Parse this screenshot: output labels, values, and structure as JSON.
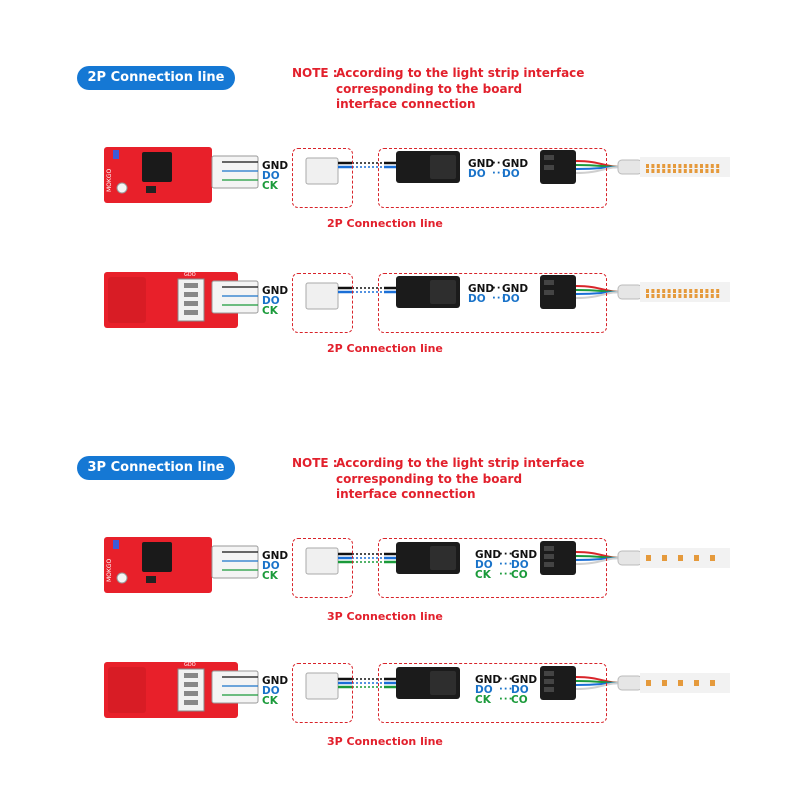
{
  "sections": [
    {
      "badge": "2P Connection line",
      "note_label": "NOTE :",
      "note_text": "According to the light strip interface corresponding to the board interface connection",
      "rows": [
        {
          "board": "controller",
          "box_caption": "2P Connection line",
          "board_signals": [
            "GND",
            "DO",
            "CK"
          ],
          "strip_left": [
            "GND",
            "DO"
          ],
          "strip_right": [
            "GND",
            "DO"
          ]
        },
        {
          "board": "adapter",
          "box_caption": "2P Connection line",
          "board_signals": [
            "GND",
            "DO",
            "CK"
          ],
          "strip_left": [
            "GND",
            "DO"
          ],
          "strip_right": [
            "GND",
            "DO"
          ]
        }
      ]
    },
    {
      "badge": "3P Connection line",
      "note_label": "NOTE :",
      "note_text": "According to the light strip interface corresponding to the board interface connection",
      "rows": [
        {
          "board": "controller",
          "box_caption": "3P Connection line",
          "board_signals": [
            "GND",
            "DO",
            "CK"
          ],
          "strip_left": [
            "GND",
            "DO",
            "CK"
          ],
          "strip_right": [
            "GND",
            "DO",
            "CO"
          ]
        },
        {
          "board": "adapter",
          "box_caption": "3P Connection line",
          "board_signals": [
            "GND",
            "DO",
            "CK"
          ],
          "strip_left": [
            "GND",
            "DO",
            "CK"
          ],
          "strip_right": [
            "GND",
            "DO",
            "CO"
          ]
        }
      ]
    }
  ],
  "board_text": {
    "brand": "MOKGO",
    "connector_mark": "GDO"
  },
  "dots": "···",
  "colors": {
    "badge": "#1578d4",
    "note": "#e2202c",
    "board": "#e8202a",
    "gnd": "#111111",
    "do": "#1a73c9",
    "ck": "#1a9a3a"
  }
}
